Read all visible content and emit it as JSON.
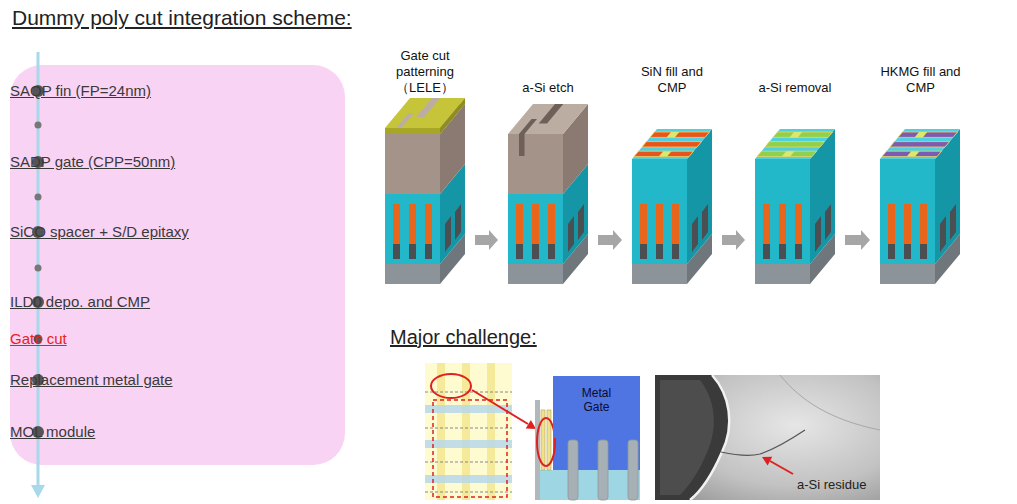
{
  "diagram": {
    "title": "Dummy poly cut integration scheme:",
    "nodes": [
      {
        "text": [
          "SAQP fin (FP=24nm)",
          "SADP gate (CPP=50nm)",
          "SiCO spacer + S/D epitaxy",
          "ILD0 depo. and CMP",
          "Gate cut",
          "Replacement metal gate",
          "MOL module"
        ]
      },
      {
        "text": [
          "Gate cut patterning （LELE）"
        ]
      },
      {
        "text": [
          "a-Si etch"
        ]
      },
      {
        "text": [
          "SiN fill and CMP"
        ]
      },
      {
        "text": [
          "a-Si removal"
        ]
      },
      {
        "text": [
          "HKMG fill and CMP"
        ]
      },
      {
        "text": [
          "Metal Gate"
        ]
      }
    ],
    "edges": [
      {
        "from": 1,
        "to": 2,
        "arrow": "to"
      },
      {
        "from": 2,
        "to": 3,
        "arrow": "to"
      },
      {
        "from": 3,
        "to": 4,
        "arrow": "to"
      },
      {
        "from": 4,
        "to": 5,
        "arrow": "to"
      }
    ],
    "labels": [
      "Major challenge:",
      "a-Si residue"
    ]
  }
}
